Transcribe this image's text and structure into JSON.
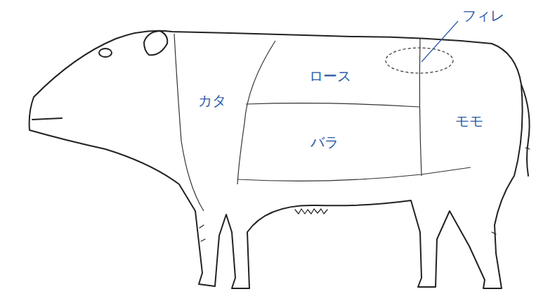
{
  "diagram": {
    "labels": [
      "フィレ",
      "ロース",
      "カタ",
      "モモ",
      "バラ"
    ]
  }
}
